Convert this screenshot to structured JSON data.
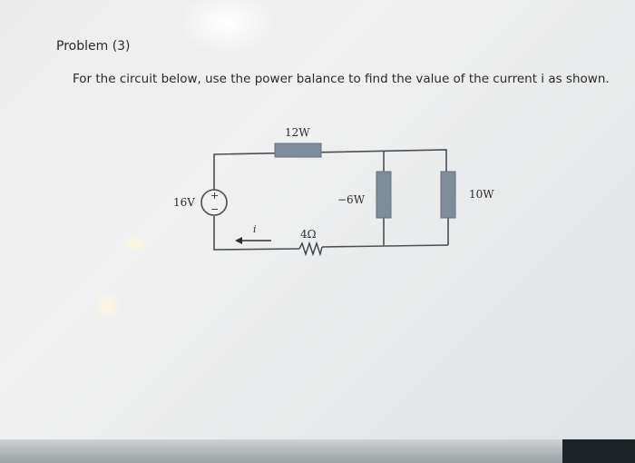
{
  "problem": {
    "title": "Problem (3)",
    "statement": "For the circuit below, use the power balance to find the value of the current i as shown."
  },
  "circuit": {
    "source_label": "16V",
    "source_plus": "+",
    "source_minus": "−",
    "top_resistor_label": "12W",
    "middle_resistor_label": "−6W",
    "right_resistor_label": "10W",
    "bottom_resistor_label": "4Ω",
    "current_label": "i"
  },
  "colors": {
    "resistor_fill": "#7f8c9a",
    "wire": "#4a4f55"
  }
}
